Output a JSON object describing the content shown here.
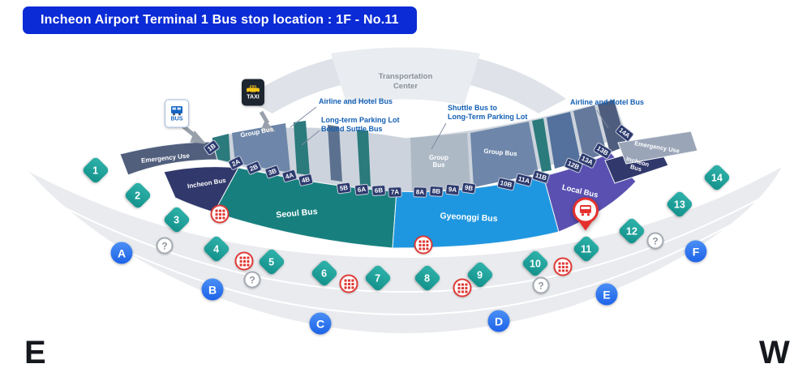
{
  "title": "Incheon Airport Terminal 1 Bus stop location : 1F - No.11",
  "compass": {
    "east": "E",
    "west": "W"
  },
  "transportation_center": {
    "line1": "Transportation",
    "line2": "Center"
  },
  "badges": {
    "bus": "BUS",
    "taxi": "TAXI"
  },
  "annotations": {
    "airline_left": "Airline and Hotel Bus",
    "longterm_line1": "Long-term Parking Lot",
    "longterm_line2": "Bound Suttle Bus",
    "shuttle_line1": "Shuttle Bus to",
    "shuttle_line2": "Long-Term Parking Lot",
    "airline_right": "Airline and Hotel Bus"
  },
  "sections": {
    "emergency_left": "Emergency Use",
    "incheon_left": "Incheon Bus",
    "group_left": "Group Bus",
    "group_mid": "Group Bus",
    "group_right": "Group Bus",
    "seoul": "Seoul Bus",
    "gyeonggi": "Gyeonggi Bus",
    "local": "Local Bus",
    "incheon_right": "Incheon Bus",
    "emergency_right": "Emergency Use"
  },
  "gates": [
    "1B",
    "2A",
    "2B",
    "3B",
    "4A",
    "4B",
    "5B",
    "6A",
    "6B",
    "7A",
    "8A",
    "8B",
    "9A",
    "9B",
    "10B",
    "11A",
    "11B",
    "12B",
    "13A",
    "13B",
    "14A"
  ],
  "stops": [
    "1",
    "2",
    "3",
    "4",
    "5",
    "6",
    "7",
    "8",
    "9",
    "10",
    "11",
    "12",
    "13",
    "14"
  ],
  "zones": [
    "A",
    "B",
    "C",
    "D",
    "E",
    "F"
  ],
  "highlighted_stop": "11",
  "misc": {
    "help_glyph": "?"
  },
  "colors": {
    "banner_blue": "#0b2bd6",
    "stop_teal": "#1ba39c",
    "zone_blue": "#2e7df0",
    "pin_red": "#e4312e",
    "card_red": "#e03a36",
    "annotation_blue": "#135fb4",
    "seoul_teal": "#17807e",
    "gyeonggi_blue": "#1f97e0",
    "local_purple": "#5a50b2",
    "incheon_navy": "#31386b",
    "emergency_slate": "#515f7d"
  }
}
